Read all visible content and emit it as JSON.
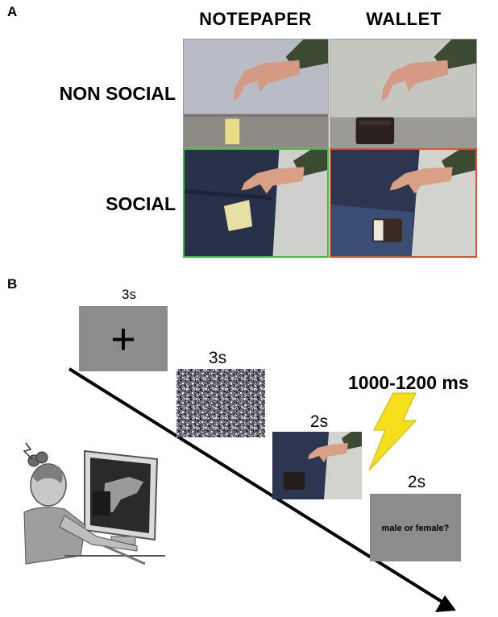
{
  "panel_a": {
    "label": "A",
    "columns": [
      "NOTEPAPER",
      "WALLET"
    ],
    "rows": [
      "NON SOCIAL",
      "SOCIAL"
    ],
    "colors": {
      "notepaper_social_border": "#3fbf3f",
      "wallet_social_border": "#e0502a"
    }
  },
  "panel_b": {
    "label": "B",
    "steps": [
      {
        "duration": "3s",
        "content": "+"
      },
      {
        "duration": "3s"
      },
      {
        "duration": "2s"
      },
      {
        "duration": "2s",
        "content": "male or female?"
      }
    ],
    "stimulation_timing": "1000-1200 ms",
    "colors": {
      "lightning": "#f6e01c",
      "screen_gray": "#8c8c8c"
    }
  }
}
